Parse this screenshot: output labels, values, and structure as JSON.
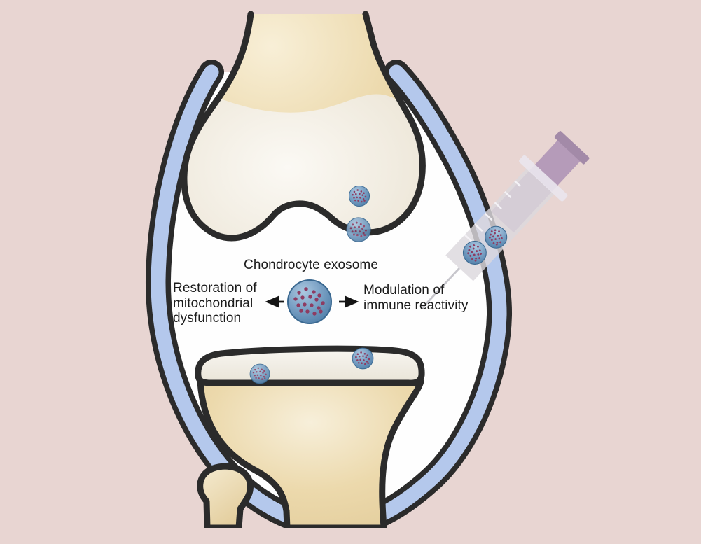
{
  "labels": {
    "center": "Chondrocyte exosome",
    "left_l1": "Restoration of",
    "left_l2": "mitochondrial",
    "left_l3": "dysfunction",
    "right_l1": "Modulation of",
    "right_l2": "immune reactivity"
  },
  "icons": {
    "syringe": "syringe-icon",
    "exosome": "exosome-icon",
    "arrow_left": "left-arrow-icon",
    "arrow_right": "right-arrow-icon"
  },
  "colors": {
    "background": "#e8d5d2",
    "outline": "#2b2b2b",
    "membrane_blue": "#b4c8ec",
    "cavity_white": "#fefefe",
    "bone_tan_light": "#f8efd7",
    "bone_tan": "#ecd9ac",
    "bone_tan_deep": "#e3cd9c",
    "cartilage_light": "#fbf9f4",
    "cartilage": "#efe9dc",
    "cartilage_deep": "#e6dfd0",
    "plateau_light": "#f8f6f1",
    "plateau_deep": "#e9e4d7",
    "exosome_light": "#abc8e0",
    "exosome_mid": "#7da3c6",
    "exosome_dark": "#4a7aa5",
    "exosome_border": "#3a6890",
    "exosome_dots": "#8d3c62",
    "syringe_barrel": "#dcd8dd",
    "syringe_plunger": "#b59bb9",
    "syringe_handle": "#a38aa8",
    "syringe_flange": "#e9e5ed",
    "syringe_needle": "#c7c6cc",
    "syringe_ticks": "#f4f2f6",
    "arrow": "#141414",
    "text": "#1b1b1b"
  }
}
